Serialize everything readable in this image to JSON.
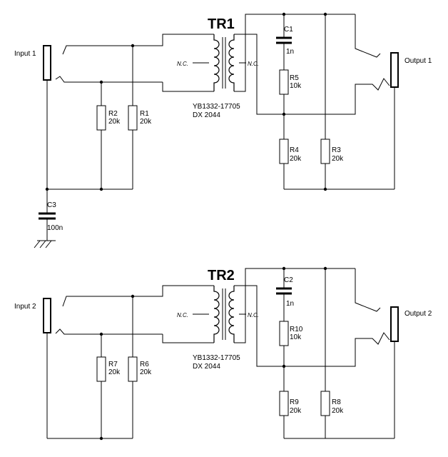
{
  "circuits": [
    {
      "transformer": "TR1",
      "input": "Input 1",
      "output": "Output 1",
      "part_number": "YB1332-17705",
      "model": "DX 2044",
      "nc_left": "N.C.",
      "nc_right": "N.C.",
      "c_series": {
        "name": "C1",
        "value": "1n"
      },
      "r_series": {
        "name": "R5",
        "value": "10k"
      },
      "in_r_a": {
        "name": "R2",
        "value": "20k"
      },
      "in_r_b": {
        "name": "R1",
        "value": "20k"
      },
      "out_r_a": {
        "name": "R4",
        "value": "20k"
      },
      "out_r_b": {
        "name": "R3",
        "value": "20k"
      }
    },
    {
      "transformer": "TR2",
      "input": "Input 2",
      "output": "Output 2",
      "part_number": "YB1332-17705",
      "model": "DX 2044",
      "nc_left": "N.C.",
      "nc_right": "N.C.",
      "c_series": {
        "name": "C2",
        "value": "1n"
      },
      "r_series": {
        "name": "R10",
        "value": "10k"
      },
      "in_r_a": {
        "name": "R7",
        "value": "20k"
      },
      "in_r_b": {
        "name": "R6",
        "value": "20k"
      },
      "out_r_a": {
        "name": "R9",
        "value": "20k"
      },
      "out_r_b": {
        "name": "R8",
        "value": "20k"
      }
    }
  ],
  "ground_cap": {
    "name": "C3",
    "value": "100n"
  }
}
